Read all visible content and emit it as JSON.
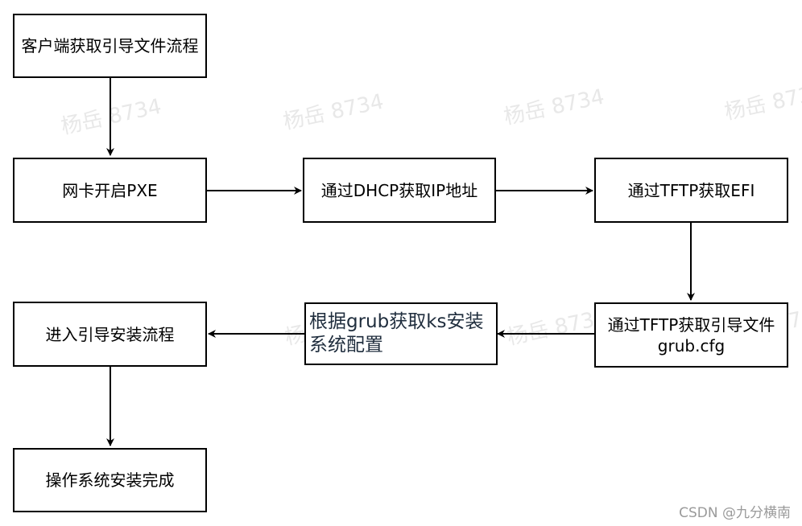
{
  "nodes": {
    "client_flow": "客户端获取引导文件流程",
    "nic_pxe": "网卡开启PXE",
    "dhcp_ip": "通过DHCP获取IP地址",
    "tftp_efi": "通过TFTP获取EFI",
    "tftp_grub": "通过TFTP获取引导文件grub.cfg",
    "grub_ks": "根据grub获取ks安装系统配置",
    "enter_install": "进入引导安装流程",
    "install_done": "操作系统安装完成"
  },
  "watermark": "杨岳 8734",
  "credit": "CSDN @九分横南",
  "colors": {
    "stroke": "#000000",
    "watermark": "#e8e8e8",
    "credit": "#9a9a9a"
  }
}
